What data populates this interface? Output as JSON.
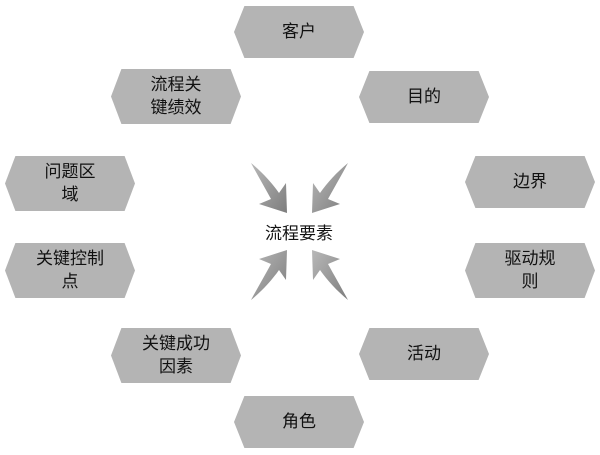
{
  "center_label": "流程要素",
  "nodes": {
    "customer": "客户",
    "purpose": "目的",
    "boundary": "边界",
    "drive_rules": "驱动规则",
    "activity": "活动",
    "role": "角色",
    "critical_success_factors": "关键成功因素",
    "key_control_points": "关键控制点",
    "problem_areas": "问题区域",
    "process_kpi": "流程关键绩效"
  },
  "colors": {
    "node_fill": "#b4b4b4",
    "arrow_fill": "#9a9a9a",
    "text": "#111111"
  }
}
